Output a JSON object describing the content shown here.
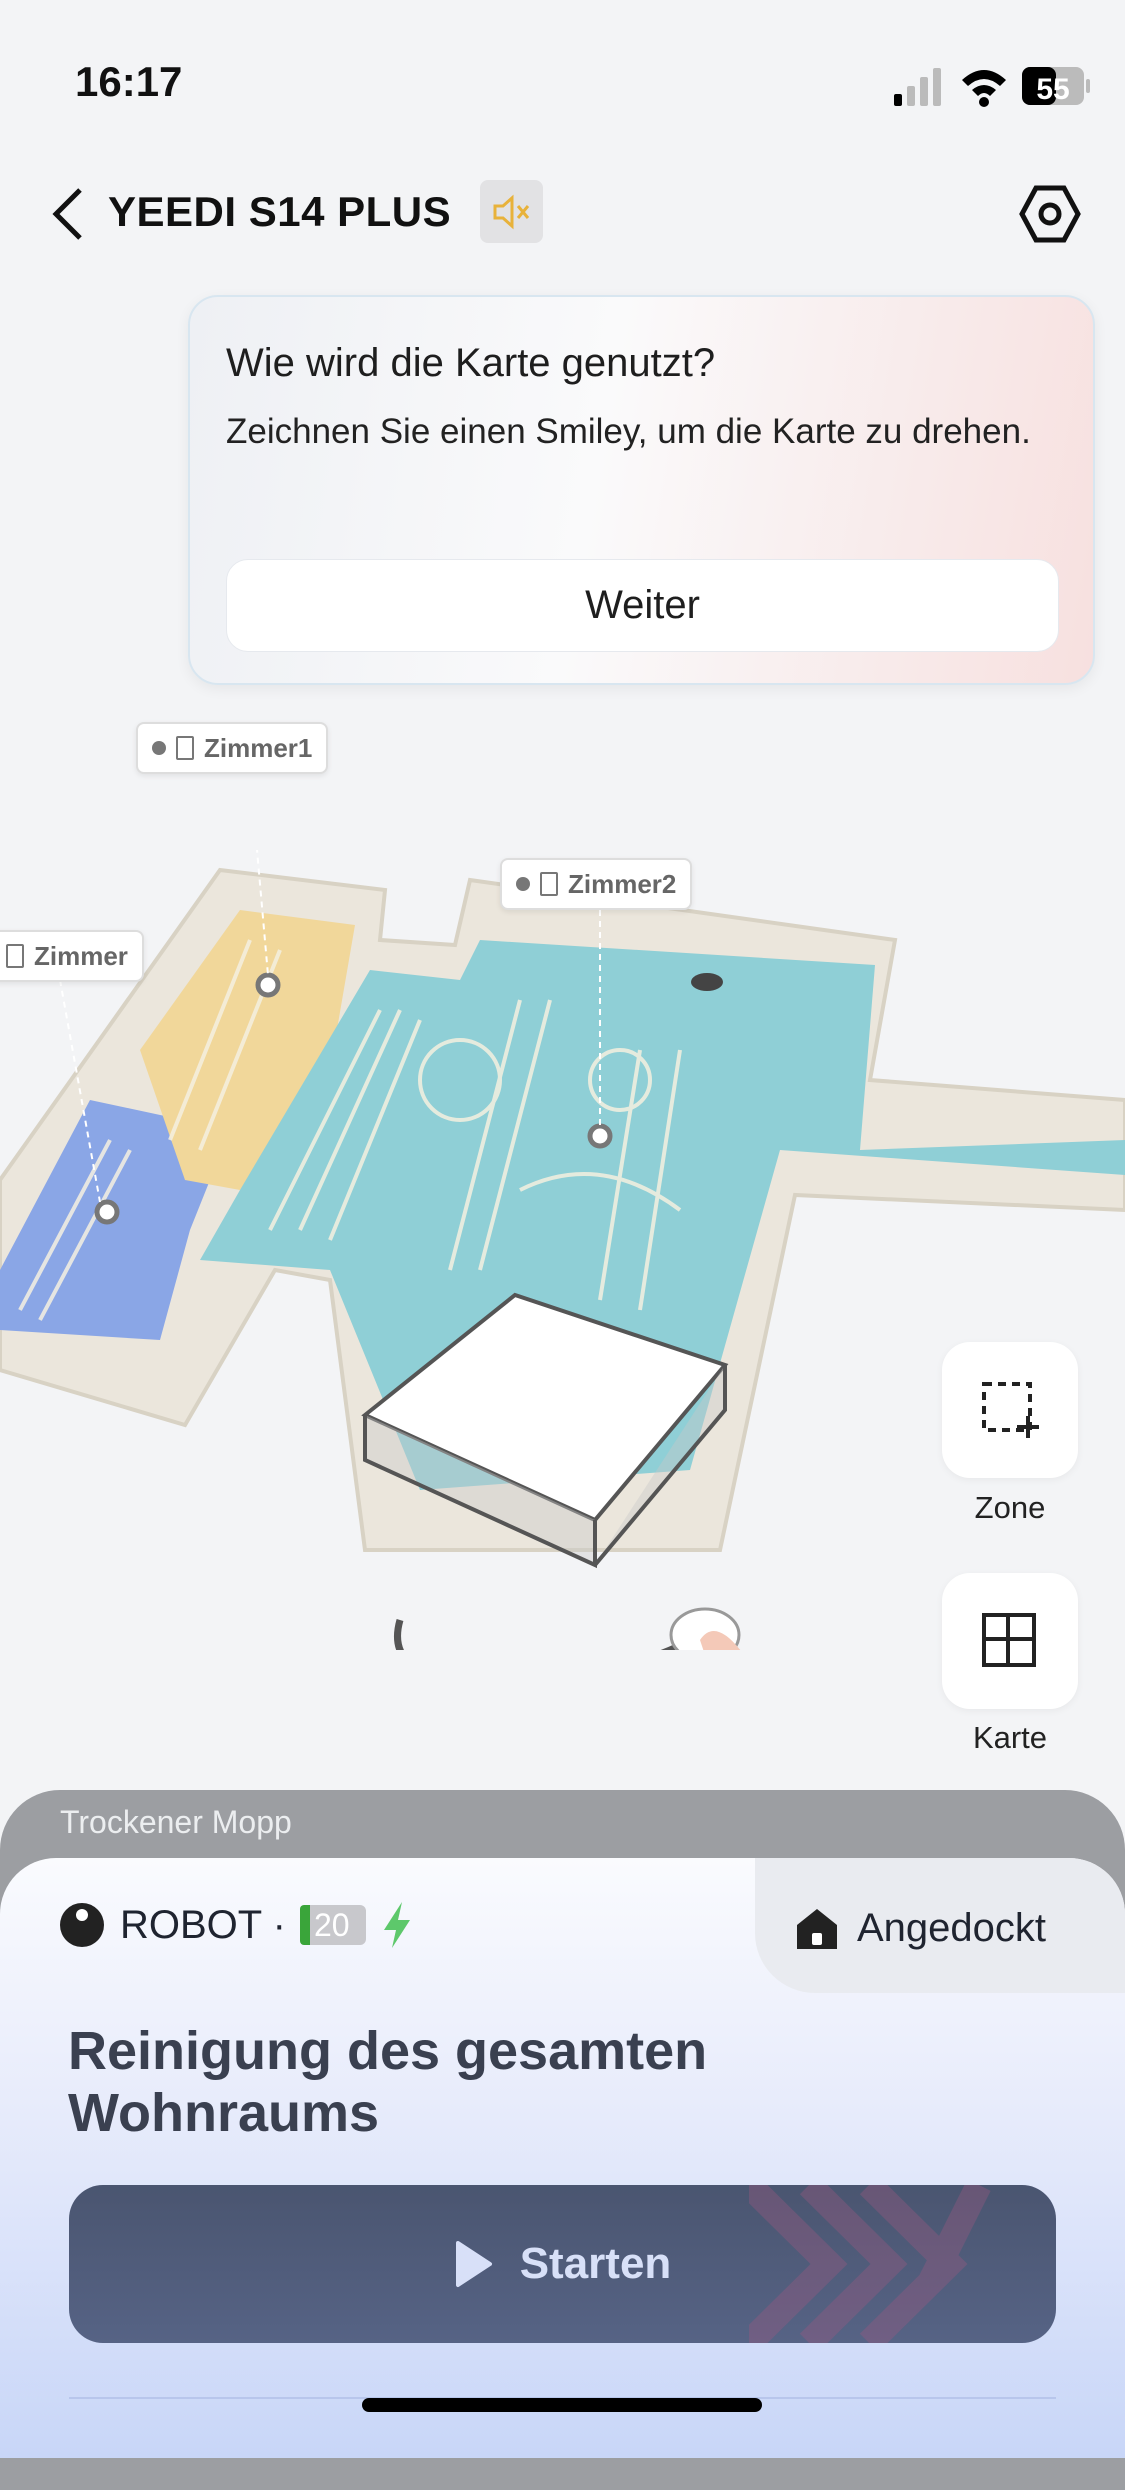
{
  "status": {
    "time": "16:17",
    "battery": "55"
  },
  "header": {
    "title": "YEEDI S14 PLUS"
  },
  "tip": {
    "title": "Wie wird die Karte genutzt?",
    "text": "Zeichnen Sie einen Smiley, um die Karte zu drehen.",
    "button": "Weiter"
  },
  "map": {
    "rooms": [
      "Zimmer1",
      "Zimmer2",
      "Zimmer"
    ]
  },
  "side": {
    "zone": "Zone",
    "map": "Karte"
  },
  "bottom": {
    "mode": "Trockener Mopp",
    "robot": "ROBOT ·",
    "battery": "20",
    "dock": "Angedockt",
    "title": "Reinigung des gesamten Wohnraums",
    "start": "Starten"
  },
  "colors": {
    "accent_yellow": "#e8b23a",
    "room_teal": "#8fcfd6",
    "room_blue": "#8aa6e6",
    "room_yellow": "#f1d79a",
    "start_bg": "#4f5b7a"
  }
}
